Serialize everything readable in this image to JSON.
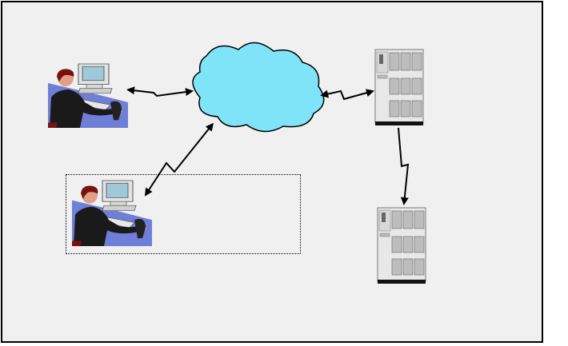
{
  "diagram": {
    "nodes": [
      {
        "id": "user-workstation-1",
        "kind": "user-at-computer",
        "icon": "user-computer-icon"
      },
      {
        "id": "network-cloud",
        "kind": "cloud",
        "icon": "cloud-icon"
      },
      {
        "id": "server-1",
        "kind": "server",
        "icon": "server-icon"
      },
      {
        "id": "user-workstation-2",
        "kind": "user-at-computer",
        "icon": "user-computer-icon"
      },
      {
        "id": "server-2",
        "kind": "server",
        "icon": "server-icon"
      }
    ],
    "edges": [
      {
        "from": "user-workstation-1",
        "to": "network-cloud",
        "style": "lightning",
        "arrows": "both"
      },
      {
        "from": "network-cloud",
        "to": "server-1",
        "style": "lightning",
        "arrows": "both"
      },
      {
        "from": "network-cloud",
        "to": "user-workstation-2",
        "style": "lightning",
        "arrows": "both"
      },
      {
        "from": "server-1",
        "to": "server-2",
        "style": "lightning",
        "arrows": "end"
      }
    ],
    "colors": {
      "background": "#f0f0f0",
      "cloud": "#80e4f8",
      "desk": "#6f7fd8",
      "suit": "#1a1a1a",
      "hair": "#7a1010",
      "server_body": "#e8e8e8",
      "monitor_screen": "#9fc8d8"
    }
  }
}
